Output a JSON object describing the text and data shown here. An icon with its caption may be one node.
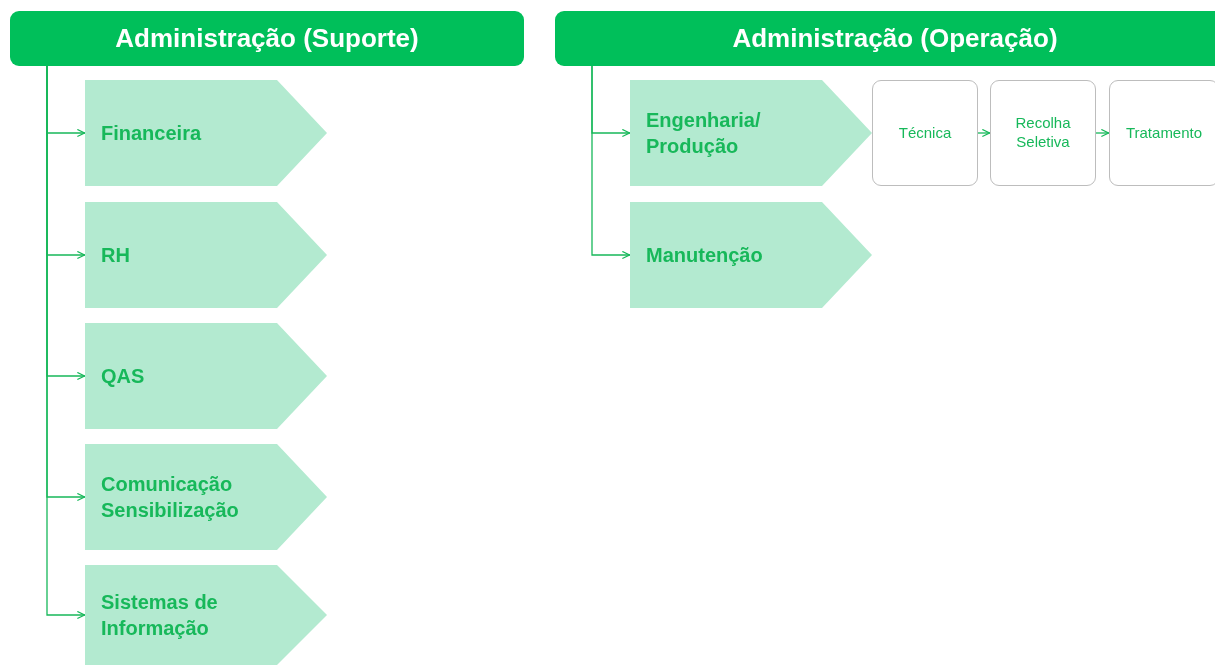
{
  "diagram": {
    "nodes": [
      {
        "text": [
          "Administração (Suporte)"
        ]
      },
      {
        "text": [
          "Financeira"
        ]
      },
      {
        "text": [
          "RH"
        ]
      },
      {
        "text": [
          "QAS"
        ]
      },
      {
        "text": [
          "Comunicação Sensibilização"
        ]
      },
      {
        "text": [
          "Sistemas de Informação"
        ]
      },
      {
        "text": [
          "Administração (Operação)"
        ]
      },
      {
        "text": [
          "Engenharia/ Produção"
        ]
      },
      {
        "text": [
          "Manutenção"
        ]
      },
      {
        "text": [
          "Técnica"
        ]
      },
      {
        "text": [
          "Recolha Seletiva"
        ]
      },
      {
        "text": [
          "Tratamento"
        ]
      }
    ],
    "edges": [
      {
        "from": 0,
        "to": 1,
        "arrow": "to"
      },
      {
        "from": 0,
        "to": 2,
        "arrow": "to"
      },
      {
        "from": 0,
        "to": 3,
        "arrow": "to"
      },
      {
        "from": 0,
        "to": 4,
        "arrow": "to"
      },
      {
        "from": 0,
        "to": 5,
        "arrow": "to"
      },
      {
        "from": 6,
        "to": 7,
        "arrow": "to"
      },
      {
        "from": 6,
        "to": 8,
        "arrow": "to"
      },
      {
        "from": 9,
        "to": 10,
        "arrow": "to"
      },
      {
        "from": 10,
        "to": 11,
        "arrow": "to"
      }
    ]
  }
}
